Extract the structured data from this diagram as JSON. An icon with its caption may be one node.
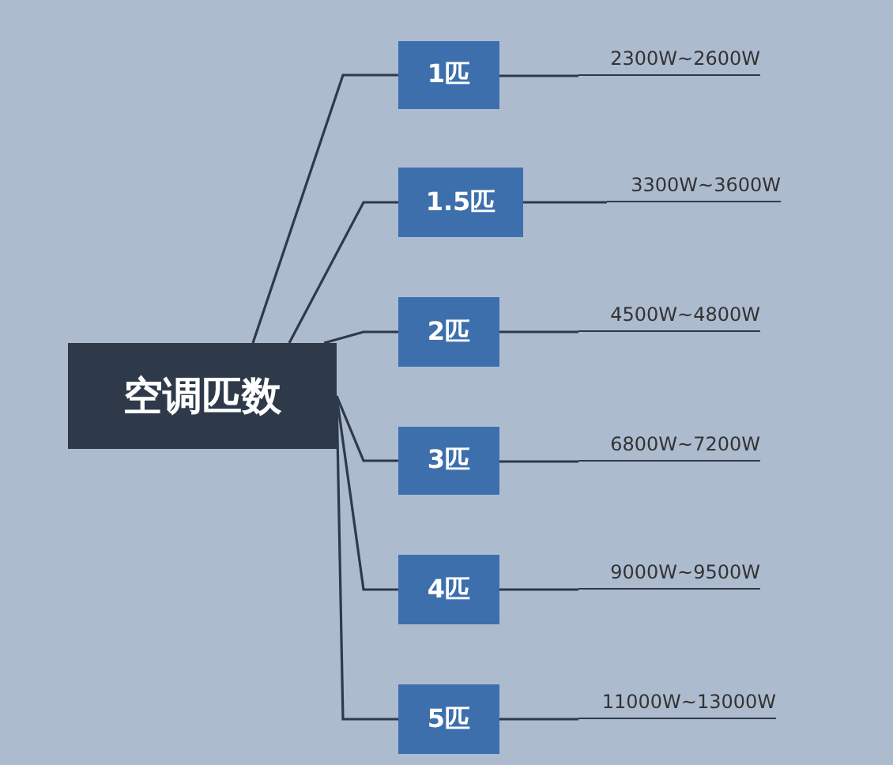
{
  "diagram": {
    "nodes": [
      {
        "text": [
          "空调匹数"
        ]
      },
      {
        "text": [
          "1匹"
        ]
      },
      {
        "text": [
          "1.5匹"
        ]
      },
      {
        "text": [
          "2匹"
        ]
      },
      {
        "text": [
          "3匹"
        ]
      },
      {
        "text": [
          "4匹"
        ]
      },
      {
        "text": [
          "5匹"
        ]
      },
      {
        "text": [
          "2300W~2600W"
        ]
      },
      {
        "text": [
          "3300W~3600W"
        ]
      },
      {
        "text": [
          "4500W~4800W"
        ]
      },
      {
        "text": [
          "6800W~7200W"
        ]
      },
      {
        "text": [
          "9000W~9500W"
        ]
      },
      {
        "text": [
          "11000W~13000W"
        ]
      }
    ],
    "edges": [
      {
        "from": 0,
        "to": 1,
        "arrow": "none"
      },
      {
        "from": 0,
        "to": 2,
        "arrow": "none"
      },
      {
        "from": 0,
        "to": 3,
        "arrow": "none"
      },
      {
        "from": 0,
        "to": 4,
        "arrow": "none"
      },
      {
        "from": 0,
        "to": 5,
        "arrow": "none"
      },
      {
        "from": 0,
        "to": 6,
        "arrow": "none"
      },
      {
        "from": 1,
        "to": 7,
        "arrow": "none"
      },
      {
        "from": 2,
        "to": 8,
        "arrow": "none"
      },
      {
        "from": 3,
        "to": 9,
        "arrow": "none"
      },
      {
        "from": 4,
        "to": 10,
        "arrow": "none"
      },
      {
        "from": 5,
        "to": 11,
        "arrow": "none"
      },
      {
        "from": 6,
        "to": 12,
        "arrow": "none"
      }
    ]
  }
}
